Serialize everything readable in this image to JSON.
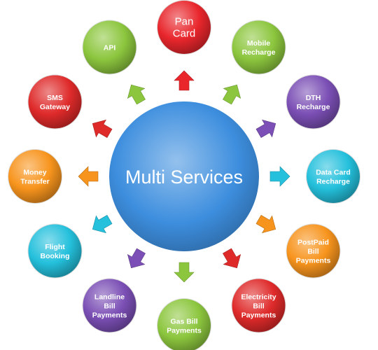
{
  "center": {
    "label": "Multi Services",
    "color": "#3d8ede"
  },
  "nodes": [
    {
      "id": "pan-card",
      "lines": [
        "Pan",
        "Card"
      ],
      "color": "#e8262c",
      "big": true
    },
    {
      "id": "mobile-recharge",
      "lines": [
        "Mobile",
        "Recharge"
      ],
      "color": "#8cc63e"
    },
    {
      "id": "dth-recharge",
      "lines": [
        "DTH",
        "Recharge"
      ],
      "color": "#7b4fb5"
    },
    {
      "id": "data-card-recharge",
      "lines": [
        "Data Card",
        "Recharge"
      ],
      "color": "#24c0dc"
    },
    {
      "id": "postpaid-bill-payments",
      "lines": [
        "PostPaid",
        "Bill",
        "Payments"
      ],
      "color": "#f7941d"
    },
    {
      "id": "electricity-bill-payments",
      "lines": [
        "Electricity",
        "Bill",
        "Payments"
      ],
      "color": "#df2a2a"
    },
    {
      "id": "gas-bill-payments",
      "lines": [
        "Gas Bill",
        "Payments"
      ],
      "color": "#8cc63e"
    },
    {
      "id": "landline-bill-payments",
      "lines": [
        "Landline",
        "Bill",
        "Payments"
      ],
      "color": "#7b4fb5"
    },
    {
      "id": "flight-booking",
      "lines": [
        "Flight",
        "Booking"
      ],
      "color": "#24c0dc"
    },
    {
      "id": "money-transfer",
      "lines": [
        "Money",
        "Transfer"
      ],
      "color": "#f7941d"
    },
    {
      "id": "sms-gateway",
      "lines": [
        "SMS",
        "Gateway"
      ],
      "color": "#df2a2a"
    },
    {
      "id": "api",
      "lines": [
        "API"
      ],
      "color": "#8cc63e"
    }
  ]
}
